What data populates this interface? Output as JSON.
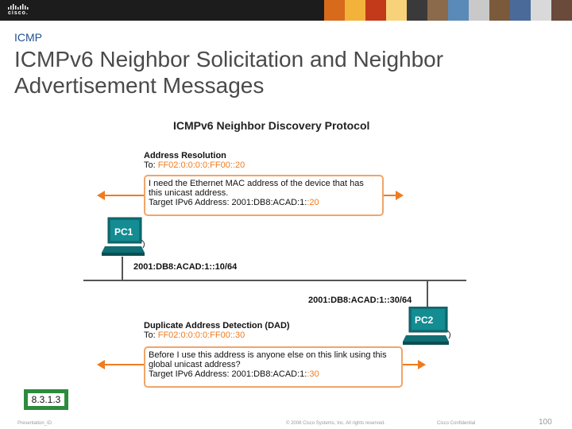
{
  "header": {
    "logo_text": "cisco.",
    "photo_colors": [
      "#d86a1c",
      "#f3b23a",
      "#c23a1a",
      "#f7d27a",
      "#3a3a3a",
      "#8a6a4a",
      "#5a8ab8",
      "#c9c9c9",
      "#7a5a3a",
      "#4a6a9a",
      "#d9d9d9",
      "#6a4a3a"
    ]
  },
  "section_label": "ICMP",
  "page_title": "ICMPv6 Neighbor Solicitation and Neighbor Advertisement Messages",
  "diagram": {
    "title": "ICMPv6 Neighbor Discovery Protocol",
    "ns": {
      "heading": "Address Resolution",
      "to_prefix": "To: ",
      "to_addr_a": "FF02:0:0:0:0:FF00",
      "to_addr_b": "::20",
      "lines": [
        "I need the Ethernet MAC address of the device that has",
        "this unicast address."
      ],
      "target_prefix": "Target IPv6 Address: 2001:DB8:ACAD:1:",
      "target_suffix": ":20"
    },
    "dad": {
      "heading": "Duplicate Address Detection (DAD)",
      "to_prefix": "To: ",
      "to_addr_a": "FF02:0:0:0:0:FF00",
      "to_addr_b": "::30",
      "lines": [
        "Before I use this address is anyone else on this link using this",
        "global unicast address?"
      ],
      "target_prefix": "Target IPv6 Address: 2001:DB8:ACAD:1:",
      "target_suffix": ":30"
    },
    "pc1": {
      "label": "PC1",
      "address": "2001:DB8:ACAD:1::10/64"
    },
    "pc2": {
      "label": "PC2",
      "address": "2001:DB8:ACAD:1::30/64"
    }
  },
  "slide_tag": "8.3.1.3",
  "footer": {
    "presentation": "Presentation_ID",
    "copyright": "© 2008 Cisco Systems, Inc. All rights reserved.",
    "confidential": "Cisco Confidential",
    "page_number": "100"
  }
}
